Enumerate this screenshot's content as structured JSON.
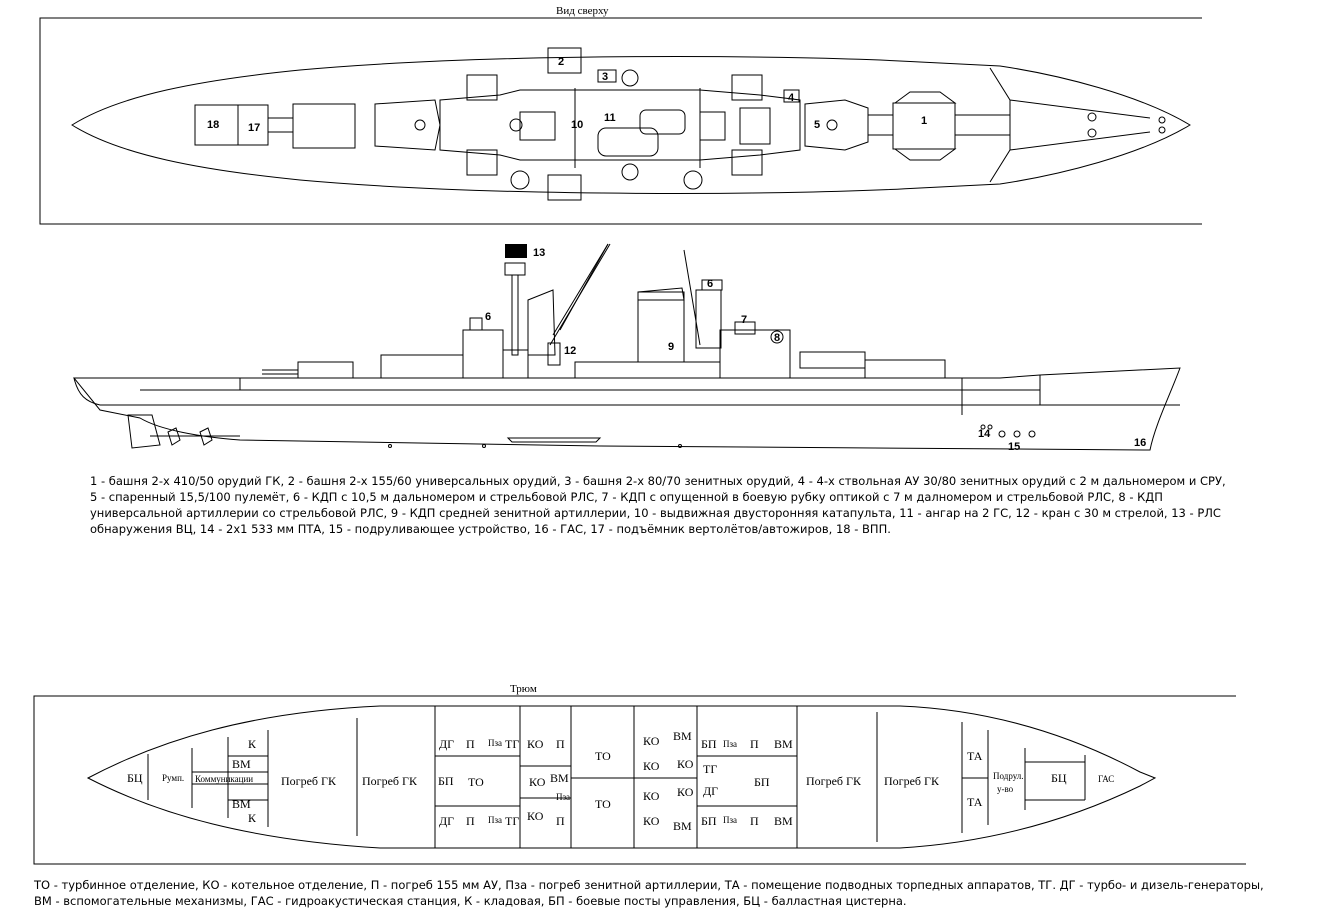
{
  "titles": {
    "top_view": "Вид сверху",
    "hold": "Трюм"
  },
  "top_labels": [
    "18",
    "17",
    "2",
    "3",
    "4",
    "10",
    "11",
    "5",
    "1"
  ],
  "side_labels": [
    "13",
    "6",
    "6",
    "7",
    "8",
    "12",
    "9",
    "14",
    "15",
    "16"
  ],
  "legend_top": "1 - башня 2-х 410/50 орудий ГК, 2 - башня 2-х 155/60 универсальных орудий, 3 - башня 2-х 80/70 зенитных орудий, 4 - 4-х ствольная АУ 30/80 зенитных орудий с 2 м дальномером и СРУ, 5 - спаренный 15,5/100 пулемёт, 6 - КДП с 10,5 м дальномером и стрельбовой  РЛС, 7 - КДП с опущенной в боевую рубку оптикой с 7 м далномером и стрельбовой РЛС, 8 - КДП универсальной артиллерии со стрельбовой РЛС, 9 - КДП средней зенитной артиллерии, 10 - выдвижная двусторонняя катапульта, 11 - ангар на 2 ГС, 12 - кран с 30 м стрелой, 13 - РЛС обнаружения ВЦ, 14 - 2х1 533 мм ПТА, 15 - подруливающее устройство, 16 - ГАС, 17 - подъёмник вертолётов/автожиров, 18 - ВПП.",
  "hold_cells": [
    "БЦ",
    "Румп.",
    "Коммуникации",
    "К",
    "ВМ",
    "ВМ",
    "К",
    "Погреб ГК",
    "Погреб ГК",
    "ДГ",
    "П",
    "Пза",
    "ТГ",
    "БП",
    "ТО",
    "ДГ",
    "П",
    "Пза",
    "ТГ",
    "КО",
    "П",
    "КО",
    "ВМ",
    "Пза",
    "КО",
    "П",
    "ТО",
    "ТО",
    "КО",
    "ВМ",
    "КО",
    "КО",
    "КО",
    "КО",
    "КО",
    "ВМ",
    "БП",
    "Пза",
    "П",
    "ВМ",
    "ТГ",
    "ДГ",
    "БП",
    "БП",
    "Пза",
    "П",
    "ВМ",
    "Погреб ГК",
    "Погреб ГК",
    "ТА",
    "ТА",
    "Подрул.",
    "у-во",
    "БЦ",
    "ГАС"
  ],
  "legend_bottom": "ТО - турбинное отделение, КО - котельное отделение, П - погреб 155 мм АУ, Пза - погреб зенитной артиллерии, ТА - помещение подводных торпедных аппаратов, ТГ. ДГ - турбо- и дизель-генераторы, ВМ - вспомогательные механизмы, ГАС - гидроакустическая станция, К - кладовая, БП - боевые посты управления, БЦ - балластная цистерна."
}
